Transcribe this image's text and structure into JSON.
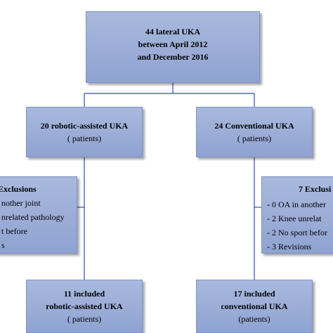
{
  "top": {
    "line1": "44 lateral UKA",
    "line2": "between April 2012",
    "line3": "and December 2016"
  },
  "left_group": {
    "title": "20 robotic-assisted UKA",
    "subtitle": "( patients)"
  },
  "right_group": {
    "title": "24 Conventional UKA",
    "subtitle": "( patients)"
  },
  "left_exclusions": {
    "title": "Exclusions",
    "items": [
      "nother joint",
      "nrelated pathology",
      "t before",
      "s"
    ]
  },
  "right_exclusions": {
    "title": "7 Exclusi",
    "items": [
      "- 0 OA in another",
      "- 2 Knee unrelat",
      "- 2 No sport befor",
      "- 3 Revisions"
    ]
  },
  "left_included": {
    "line1": "11 included",
    "line2": "robotic-assisted UKA",
    "line3": "( patients)"
  },
  "right_included": {
    "line1": "17 included",
    "line2": "conventional UKA",
    "line3": "(patients)"
  }
}
